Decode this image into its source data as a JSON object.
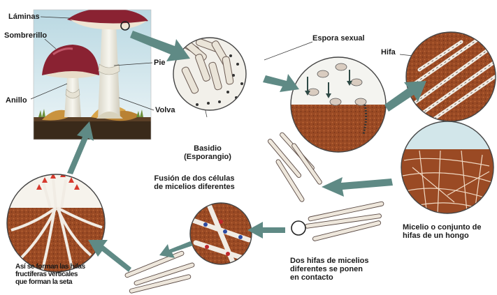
{
  "labels": {
    "laminas": "Láminas",
    "sombrerillo": "Sombrerillo",
    "pie": "Pie",
    "anillo": "Anillo",
    "volva": "Volva",
    "espora_sexual": "Espora sexual",
    "hifa": "Hifa",
    "basidio_1": "Basidio",
    "basidio_2": "(Esporangio)",
    "fusion_1": "Fusión de dos células",
    "fusion_2": "de micelios diferentes",
    "micelio_1": "Micelio o conjunto de",
    "micelio_2": "hifas de un  hongo",
    "dos_hifas_1": "Dos hifas de micelios",
    "dos_hifas_2": "diferentes se ponen",
    "dos_hifas_3": "en contacto",
    "asi_1": "Así se forman las hifas",
    "asi_2": "fructíferas verticales",
    "asi_3": "que forman la seta"
  },
  "colors": {
    "arrow": "#5f8a85",
    "soil": "#9a4a24",
    "cap": "#8a2232",
    "sky": "#cfe4ea",
    "hypha_fill": "#f1ece4",
    "hypha_stroke": "#5a4a44"
  }
}
